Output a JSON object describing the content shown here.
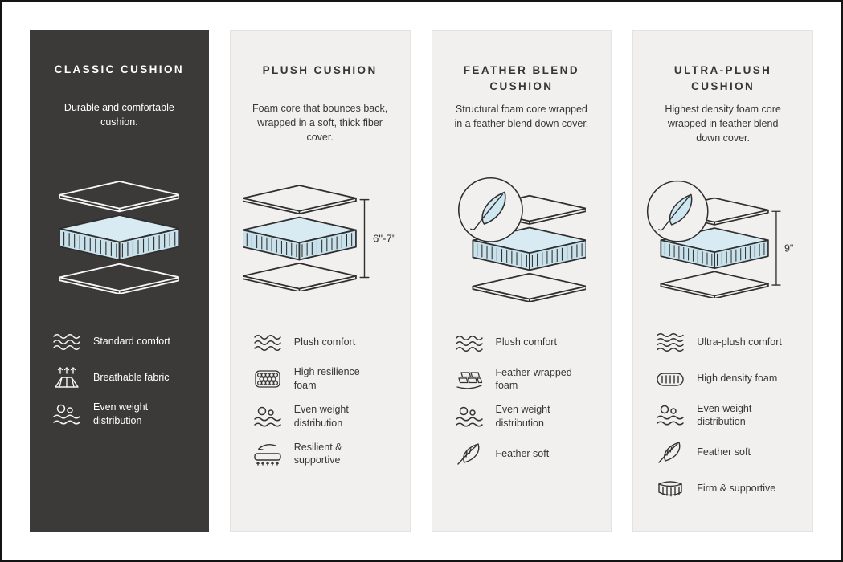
{
  "page": {
    "background": "#ffffff",
    "frame_border_color": "#141414"
  },
  "colors": {
    "card_dark": "#3b3a38",
    "card_light": "#f1f0ee",
    "foam_blue_top": "#d9ebf2",
    "foam_blue_side": "#c8e1eb",
    "ink": "#2f2f2f",
    "ink_on_dark": "#ffffff"
  },
  "cards": [
    {
      "id": "classic",
      "theme": "dark",
      "title": "CLASSIC CUSHION",
      "description": "Durable and comfortable cushion.",
      "illustration": {
        "type": "cushion-stack"
      },
      "features": [
        {
          "icon": "waves",
          "icon_name": "waves-icon",
          "label": "Standard comfort"
        },
        {
          "icon": "breathable",
          "icon_name": "breathable-fabric-icon",
          "label": "Breathable fabric"
        },
        {
          "icon": "weight",
          "icon_name": "weight-distribution-icon",
          "label": "Even weight distribution"
        }
      ]
    },
    {
      "id": "plush",
      "theme": "light",
      "title": "PLUSH CUSHION",
      "description": "Foam core that bounces back, wrapped in a soft, thick fiber cover.",
      "illustration": {
        "type": "cushion-stack",
        "dimension_label": "6\"-7\""
      },
      "features": [
        {
          "icon": "waves",
          "icon_name": "waves-icon",
          "label": "Plush comfort"
        },
        {
          "icon": "foam-cells",
          "icon_name": "foam-cells-icon",
          "label": "High resilience foam"
        },
        {
          "icon": "weight",
          "icon_name": "weight-distribution-icon",
          "label": "Even weight distribution"
        },
        {
          "icon": "spring",
          "icon_name": "spring-support-icon",
          "label": "Resilient & supportive"
        }
      ]
    },
    {
      "id": "feather-blend",
      "theme": "light",
      "title": "FEATHER BLEND CUSHION",
      "description": "Structural foam core wrapped in a feather blend down cover.",
      "illustration": {
        "type": "cushion-stack",
        "badge": "feather-badge"
      },
      "features": [
        {
          "icon": "waves",
          "icon_name": "waves-icon",
          "label": "Plush comfort"
        },
        {
          "icon": "bricks",
          "icon_name": "foam-bricks-icon",
          "label": "Feather-wrapped foam"
        },
        {
          "icon": "weight",
          "icon_name": "weight-distribution-icon",
          "label": "Even weight distribution"
        },
        {
          "icon": "feather",
          "icon_name": "feather-icon",
          "label": "Feather soft"
        }
      ]
    },
    {
      "id": "ultra-plush",
      "theme": "light",
      "title": "ULTRA-PLUSH CUSHION",
      "description": "Highest density foam core wrapped in feather blend down cover.",
      "illustration": {
        "type": "cushion-stack",
        "badge": "feather-badge",
        "dimension_label": "9\""
      },
      "features": [
        {
          "icon": "waves-dense",
          "icon_name": "dense-waves-icon",
          "label": "Ultra-plush comfort"
        },
        {
          "icon": "density-foam",
          "icon_name": "density-foam-icon",
          "label": "High density foam"
        },
        {
          "icon": "weight",
          "icon_name": "weight-distribution-icon",
          "label": "Even weight distribution"
        },
        {
          "icon": "feather",
          "icon_name": "feather-icon",
          "label": "Feather soft"
        },
        {
          "icon": "firm",
          "icon_name": "firm-support-icon",
          "label": "Firm & supportive"
        }
      ]
    }
  ]
}
